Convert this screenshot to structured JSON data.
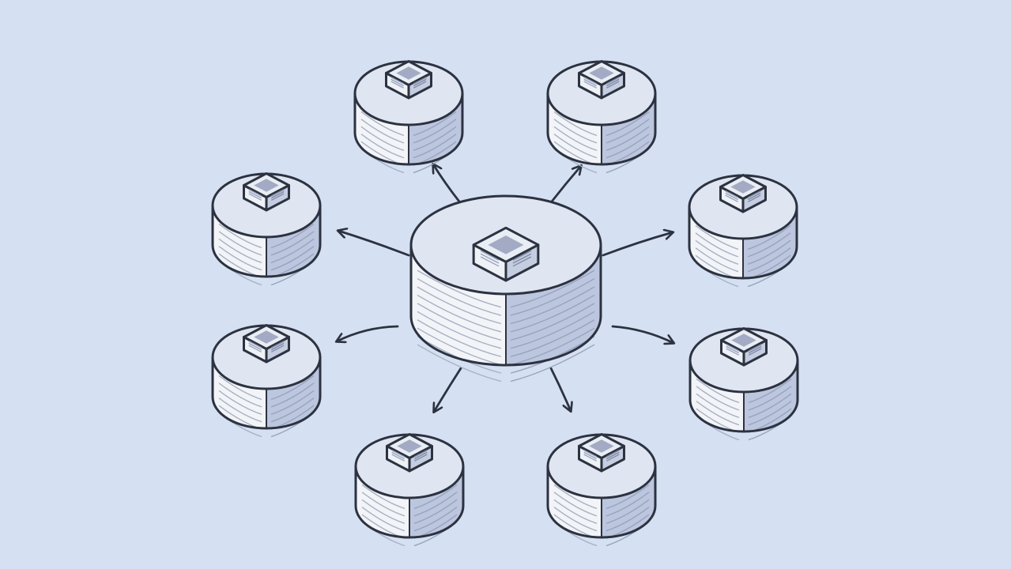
{
  "diagram": {
    "type": "hub-and-spoke",
    "hub": {
      "icon": "server-cube-icon",
      "shape": "cylinder-platform"
    },
    "satellite_count": 8,
    "connections": "hub-to-each-satellite",
    "arrow_direction": "outward"
  },
  "colors": {
    "background": "#d5e1f2",
    "outline": "#2c3240",
    "top_fill": "#dfe6f2",
    "side_light": "#f2f4f8",
    "side_dark": "#bcc6de",
    "cube_top": "#a2aac4",
    "cube_left": "#eef1f6",
    "cube_right": "#c5cde0"
  }
}
